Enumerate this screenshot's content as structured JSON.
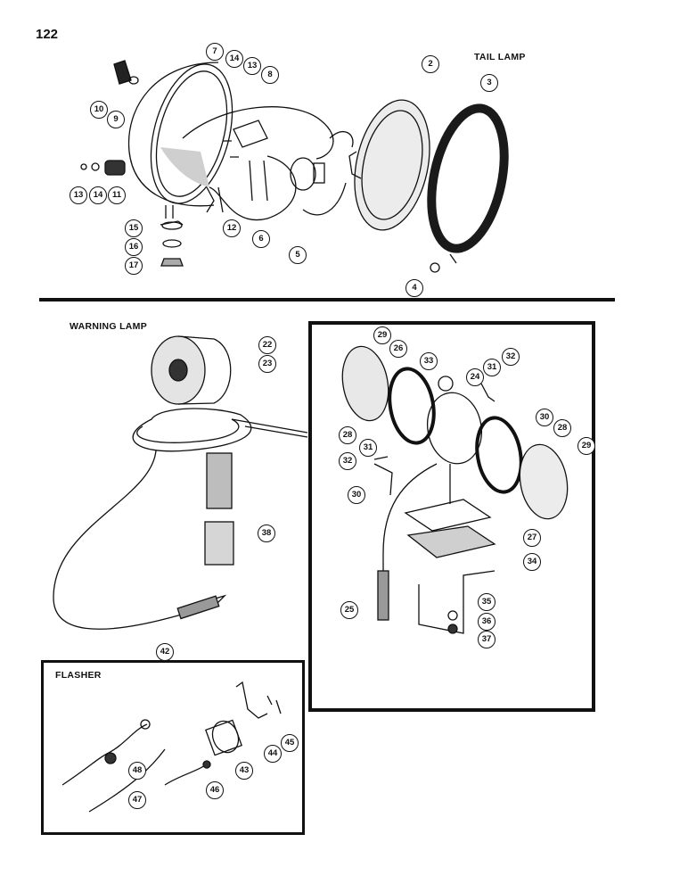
{
  "page": {
    "number": "122"
  },
  "sections": {
    "tail_lamp": "TAIL LAMP",
    "warning_lamp": "WARNING LAMP",
    "flasher": "FLASHER"
  },
  "callouts": [
    "2",
    "3",
    "4",
    "5",
    "6",
    "7",
    "8",
    "9",
    "10",
    "11",
    "12",
    "13",
    "13",
    "14",
    "14",
    "15",
    "16",
    "17",
    "22",
    "23",
    "24",
    "25",
    "26",
    "27",
    "28",
    "28",
    "29",
    "29",
    "30",
    "30",
    "31",
    "31",
    "32",
    "32",
    "33",
    "34",
    "35",
    "36",
    "37",
    "38",
    "42",
    "43",
    "44",
    "45",
    "46",
    "47",
    "48"
  ],
  "colors": {
    "ink": "#111111",
    "paper": "#ffffff"
  }
}
